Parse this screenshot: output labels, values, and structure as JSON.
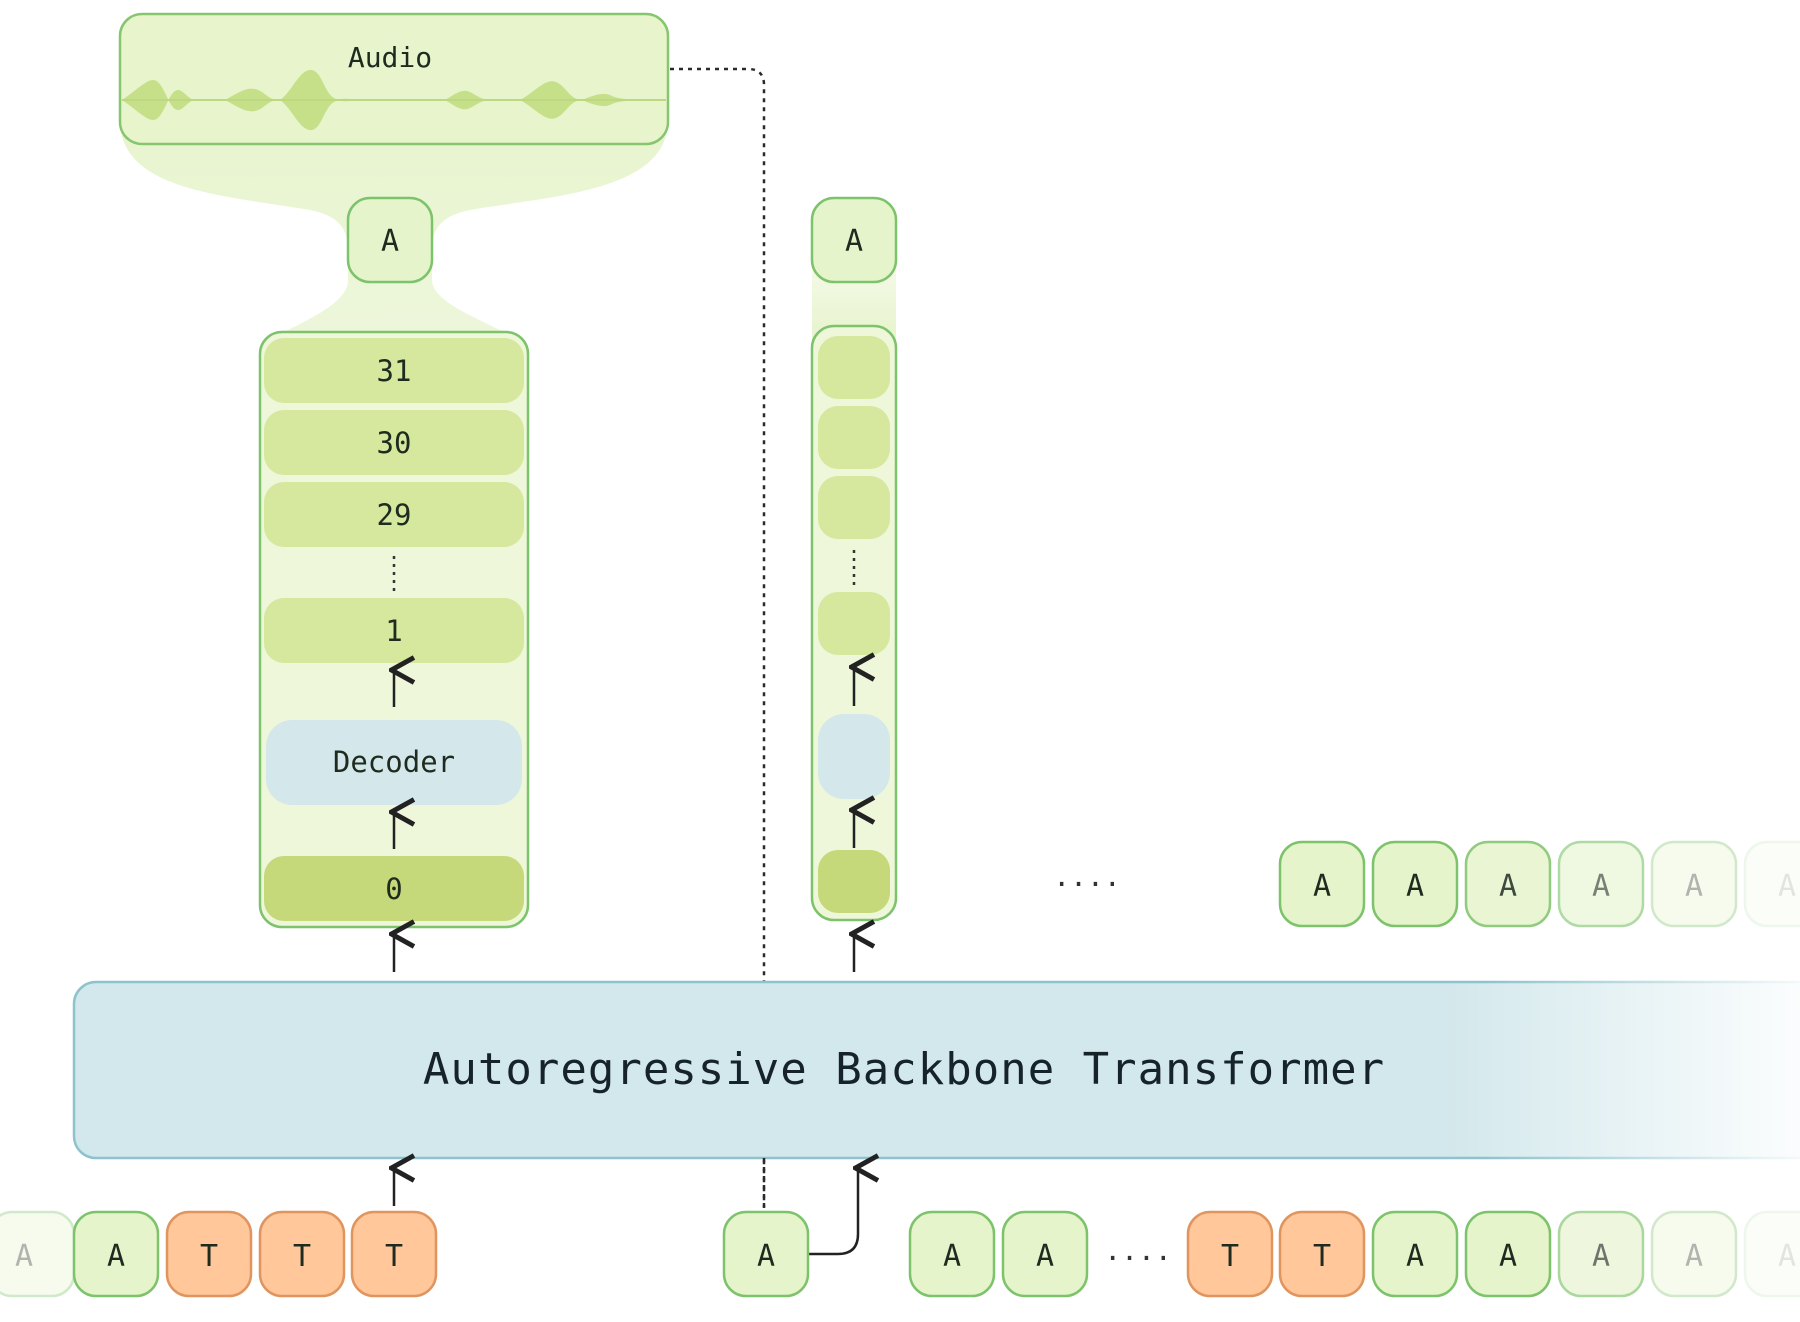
{
  "audio": {
    "label": "Audio"
  },
  "backbone": {
    "label": "Autoregressive Backbone Transformer"
  },
  "depth_column": {
    "output_token": "A",
    "layers": [
      "31",
      "30",
      "29",
      "1"
    ],
    "decoder_label": "Decoder",
    "input_layer": "0"
  },
  "second_column": {
    "output_token": "A"
  },
  "ellipsis": {
    "mid": "....",
    "bottom": "...."
  },
  "output_row": {
    "tokens": [
      "A",
      "A",
      "A",
      "A",
      "A",
      "A"
    ]
  },
  "input_row_left": {
    "tokens": [
      "A",
      "A",
      "T",
      "T",
      "T"
    ]
  },
  "input_feedback_token": "A",
  "input_row_mid": {
    "tokens": [
      "A",
      "A"
    ]
  },
  "input_row_right": {
    "tokens": [
      "T",
      "T",
      "A",
      "A",
      "A",
      "A",
      "A"
    ]
  },
  "colors": {
    "green_fill": "#e6f4cc",
    "green_stroke": "#7dc36b",
    "orange_fill": "#ffc79a",
    "orange_stroke": "#e0955f",
    "blue_fill": "#cfe6ea",
    "blue_stroke": "#8ec2cc",
    "layer_fill": "#d4e79b",
    "layer0_fill": "#c5d877"
  }
}
